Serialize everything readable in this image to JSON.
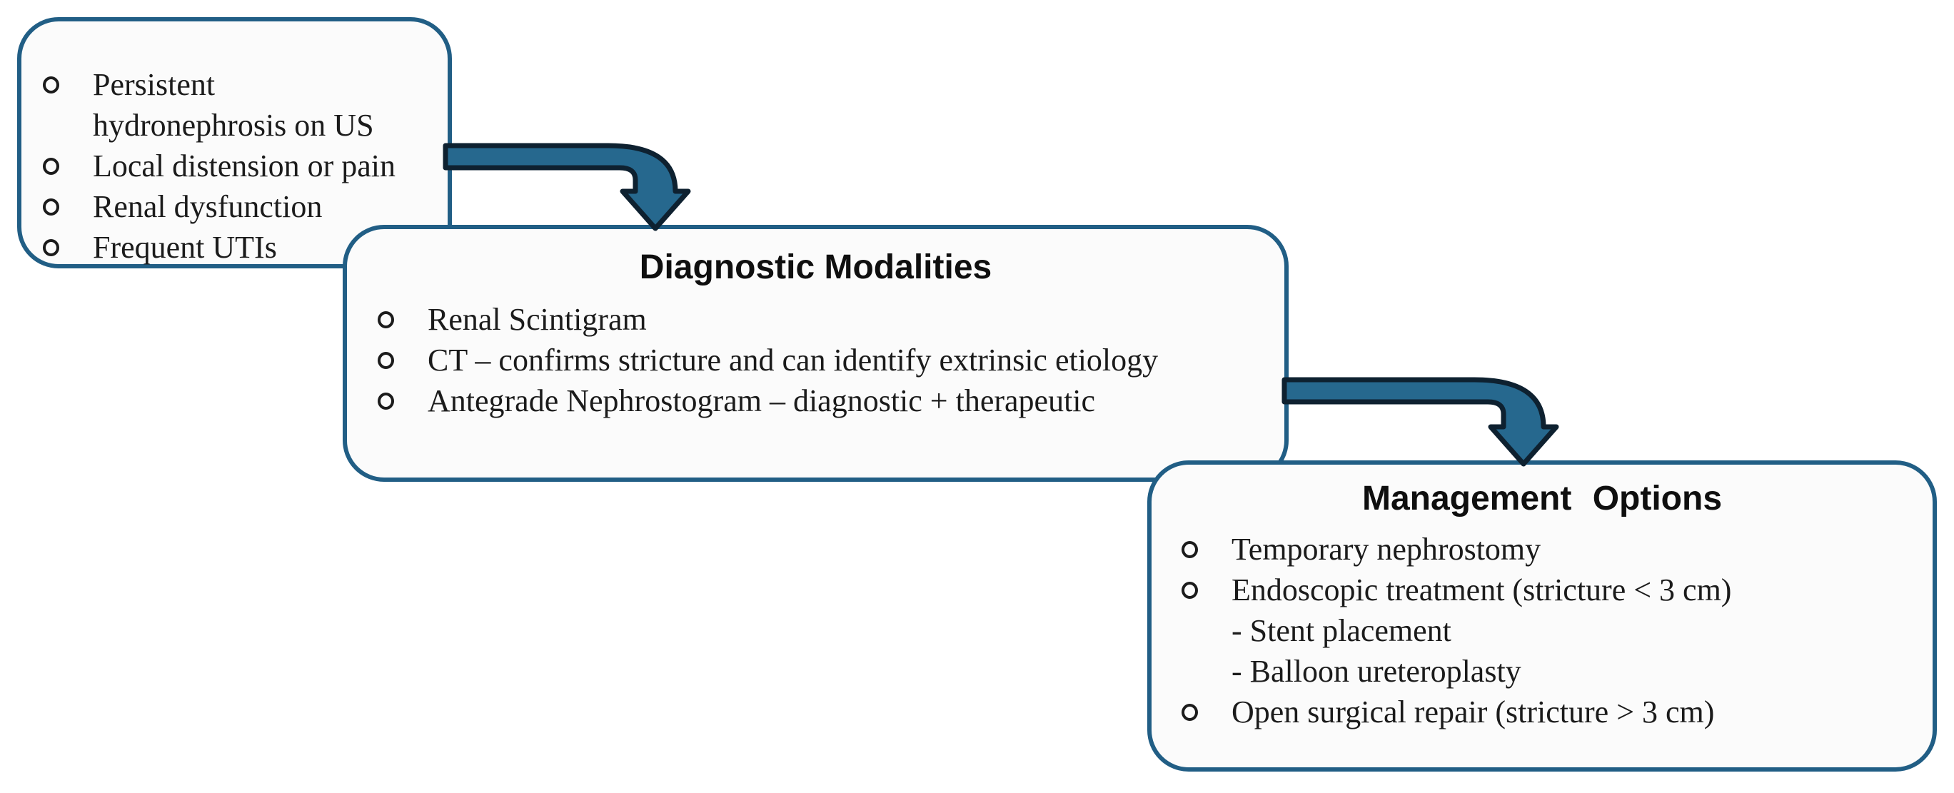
{
  "diagram": {
    "background": "#ffffff",
    "colors": {
      "box_border": "#215e85",
      "box_fill": "#fbfbfb",
      "arrow_fill": "#26688e",
      "arrow_outline": "#0e2130",
      "bullet": "#1b1b1b",
      "body_text": "#1b1b1b",
      "title_text": "#0f0f0f"
    },
    "box1": {
      "items": [
        {
          "marker": "open-circle",
          "lines": {
            "0": "Persistent",
            "1": "hydronephrosis on US"
          }
        },
        {
          "marker": "open-circle",
          "text": "Local distension or pain"
        },
        {
          "marker": "open-circle",
          "text": "Renal dysfunction"
        },
        {
          "marker": "open-circle",
          "text": "Frequent UTIs"
        }
      ]
    },
    "box2": {
      "title": "Diagnostic Modalities",
      "items": [
        {
          "marker": "open-circle",
          "text": "Renal Scintigram"
        },
        {
          "marker": "open-circle",
          "text": "CT – confirms stricture and can identify extrinsic etiology"
        },
        {
          "marker": "open-circle",
          "text": "Antegrade Nephrostogram – diagnostic + therapeutic"
        }
      ]
    },
    "box3": {
      "title": "Management Options",
      "items": [
        {
          "marker": "open-circle",
          "text": "Temporary nephrostomy"
        },
        {
          "marker": "open-circle",
          "text": "Endoscopic treatment (stricture < 3 cm)"
        },
        {
          "marker": "dash",
          "text": "- Stent placement"
        },
        {
          "marker": "dash",
          "text": "- Balloon ureteroplasty"
        },
        {
          "marker": "open-circle",
          "text": "Open surgical repair (stricture > 3 cm)"
        }
      ]
    },
    "arrows": [
      {
        "from": "box1",
        "to": "box2"
      },
      {
        "from": "box2",
        "to": "box3"
      }
    ]
  }
}
